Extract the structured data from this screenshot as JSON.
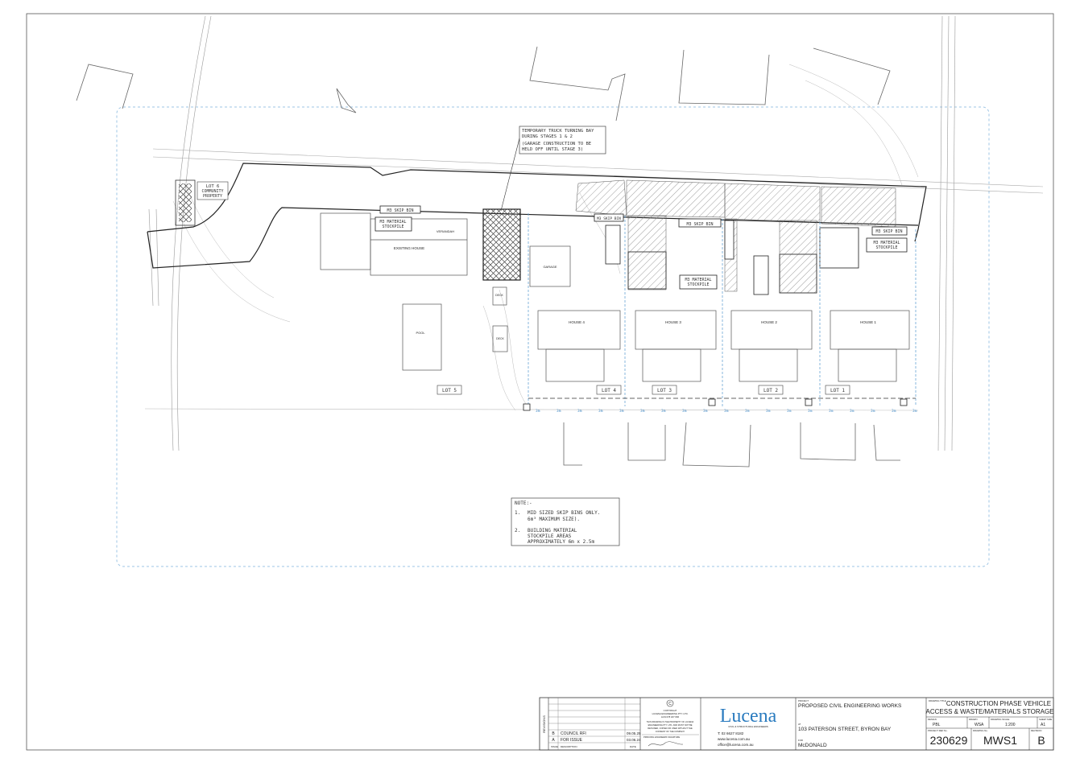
{
  "plan": {
    "note_truck": [
      "TEMPORARY TRUCK TURNING BAY",
      "DURING STAGES 1 & 2",
      "(GARAGE CONSTRUCTION TO BE",
      "HELD OFF UNTIL STAGE 3)"
    ],
    "lot6": [
      "LOT 6",
      "COMMUNITY",
      "PROPERTY"
    ],
    "skip_bin_label": "M3 SKIP BIN",
    "stockpile_label": [
      "M3 MATERIAL",
      "STOCKPILE"
    ],
    "existing_house": "EXISTING HOUSE",
    "verandah": "VERANDAH",
    "garage": "GARAGE",
    "deck": "DECK",
    "pool": "POOL",
    "houses": [
      "HOUSE 4",
      "HOUSE 3",
      "HOUSE 2",
      "HOUSE 1"
    ],
    "lots": [
      "LOT 5",
      "LOT 4",
      "LOT 3",
      "LOT 2",
      "LOT 1"
    ],
    "dim_label": "3m",
    "note_title": "NOTE:-",
    "notes": [
      {
        "num": "1.",
        "lines": [
          "MID SIZED SKIP BINS ONLY.",
          "6m³ MAXIMUM SIZE)."
        ]
      },
      {
        "num": "2.",
        "lines": [
          "BUILDING MATERIAL",
          "STOCKPILE AREAS",
          "APPROXIMATELY 6m x 2.5m"
        ]
      }
    ]
  },
  "title_block": {
    "revisions_label": "REVISIONS",
    "revisions": [
      {
        "rev": "B",
        "desc": "COUNCIL RFI",
        "date": "09.05.25"
      },
      {
        "rev": "A",
        "desc": "FOR ISSUE",
        "date": "03.06.24"
      }
    ],
    "rev_header": [
      "ISSUE",
      "DESCRIPTION",
      "DATE"
    ],
    "copyright": [
      "COPYRIGHT",
      "LUCENA ENGINEERING PTY. LTD.",
      "ACN 678 187 836"
    ],
    "copyright_note": [
      "THIS DRAWING IS THE PROPERTY OF LUCENA",
      "ENGINEERING PTY. LTD. AND MUST NOT BE",
      "RETAINED, COPIED OR USED WITHOUT THE",
      "CONSENT OF THE COMPANY"
    ],
    "signature_label": "PRINCIPAL ENGINEERS SIGNATURE",
    "brand": "Lucena",
    "brand_sub": "CIVIL & STRUCTURAL ENGINEERS",
    "phone": "T: 02 6627 8182",
    "web": "www.lucena.com.au",
    "email": "office@lucena.com.au",
    "project_label": "PROJECT",
    "project": "PROPOSED CIVIL ENGINEERING WORKS",
    "at_label": "AT",
    "address": "103 PATERSON STREET, BYRON BAY",
    "for_label": "FOR",
    "client": "McDONALD",
    "drawing_title_label": "DRAWING TITLE",
    "drawing_title": [
      "CONSTRUCTION PHASE VEHICLE",
      "ACCESS & WASTE/MATERIALS STORAGE"
    ],
    "design_label": "DESIGN",
    "design": "PBL",
    "drawn_label": "DRAWN",
    "drawn": "WSA",
    "scale_label": "DRAWING SCALE",
    "scale": "1:200",
    "sheet_label": "SHEET SIZE",
    "sheet": "A1",
    "project_no_label": "PROJECT REF No.",
    "project_no": "230629",
    "drawing_no_label": "DRAWING No.",
    "drawing_no": "MWS1",
    "revision_label": "REVISION",
    "revision": "B"
  }
}
